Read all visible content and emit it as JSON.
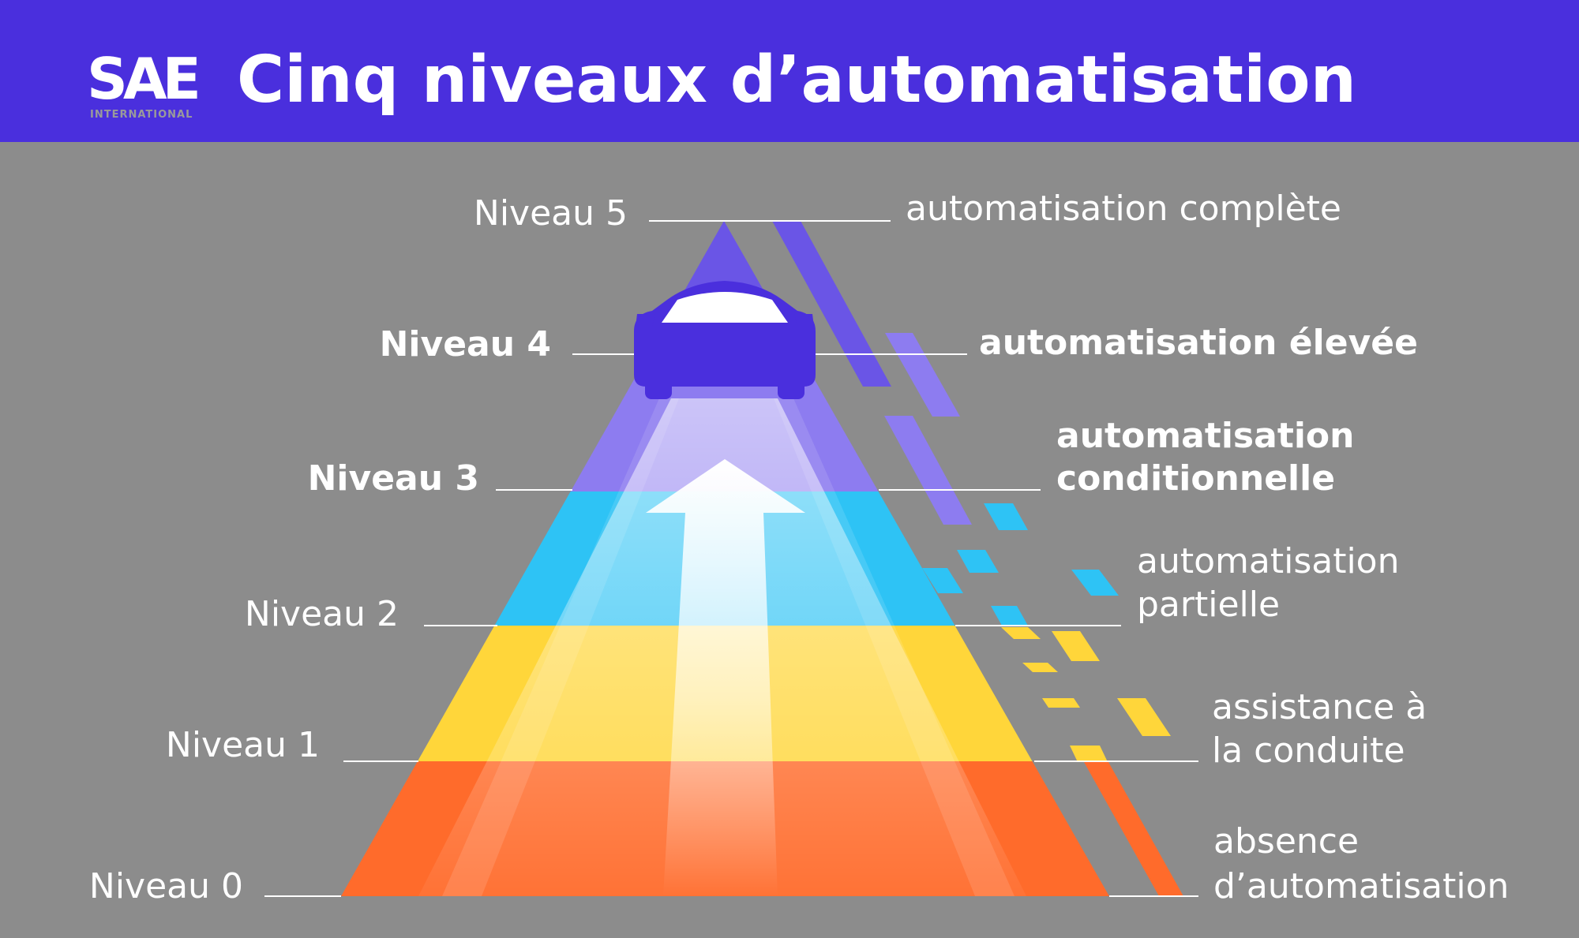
{
  "header": {
    "logo": {
      "brand": "SAE",
      "sub": "INTERNATIONAL"
    },
    "title": "Cinq niveaux d’automatisation"
  },
  "levels": [
    {
      "name": "Niveau 0",
      "description": [
        "absence",
        "d’automatisation"
      ],
      "color": "#ff6b2b"
    },
    {
      "name": "Niveau 1",
      "description": [
        "assistance à",
        "la conduite"
      ],
      "color": "#ffd63a"
    },
    {
      "name": "Niveau 2",
      "description": [
        "automatisation",
        "partielle"
      ],
      "color": "#ffd63a"
    },
    {
      "name": "Niveau 3",
      "description": [
        "automatisation",
        "conditionnelle"
      ],
      "color": "#2ec3f5"
    },
    {
      "name": "Niveau 4",
      "description": [
        "automatisation élevée"
      ],
      "color": "#8d7cf0"
    },
    {
      "name": "Niveau 5",
      "description": [
        "automatisation complète"
      ],
      "color": "#6a55e6"
    }
  ],
  "colors": {
    "header_bg": "#4a2fdd",
    "background": "#8c8c8c",
    "car": "#4a2fdd",
    "arrow": "#ffffff"
  },
  "icons": [
    "car-icon",
    "up-arrow-icon"
  ]
}
